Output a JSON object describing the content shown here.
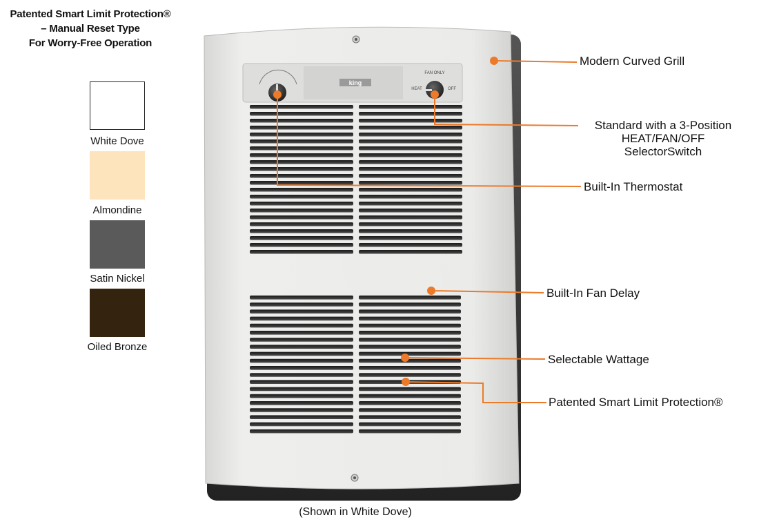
{
  "headline": {
    "line1": "Patented Smart Limit Protection®",
    "line2": "– Manual Reset Type",
    "line3": "For Worry-Free Operation"
  },
  "swatches": [
    {
      "label": "White Dove",
      "color": "#ffffff"
    },
    {
      "label": "Almondine",
      "color": "#fde4bd"
    },
    {
      "label": "Satin Nickel",
      "color": "#5a5a5a"
    },
    {
      "label": "Oiled Bronze",
      "color": "#34230f"
    }
  ],
  "heater": {
    "brand": "king",
    "panel_color": "#e9e9e7",
    "knob_color": "#2b2b2b",
    "accent_color": "#ec7a2a",
    "switch_labels": {
      "fan_only": "FAN ONLY",
      "heat": "HEAT",
      "off": "OFF"
    }
  },
  "callouts": {
    "grill": "Modern Curved Grill",
    "selector": [
      "Standard with a 3-Position",
      "HEAT/FAN/OFF",
      "SelectorSwitch"
    ],
    "thermostat": "Built-In Thermostat",
    "fan_delay": "Built-In Fan Delay",
    "wattage": "Selectable Wattage",
    "limit": "Patented Smart Limit Protection®"
  },
  "caption": "(Shown in White Dove)"
}
